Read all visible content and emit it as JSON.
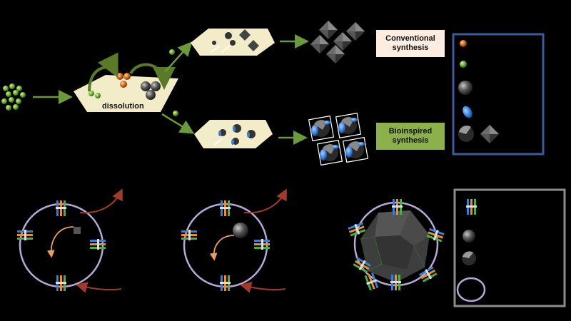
{
  "labels": {
    "dissolution": "dissolution",
    "conventional": "Conventional synthesis",
    "bioinspired": "Bioinspired synthesis"
  },
  "colors": {
    "background": "#000000",
    "plate": "#f3ecc8",
    "green_arrow": "#6a9a3a",
    "red_arrow": "#a03a2a",
    "legend_blue_frame": "#3a5a9a",
    "legend_gray_frame": "#8c8c8c",
    "membrane": "#b8a8d8",
    "ion_green": "#7ab840",
    "ion_orange": "#d2691e",
    "crystal_gray": "#555555",
    "protein_blue": "#3a7fd5"
  }
}
